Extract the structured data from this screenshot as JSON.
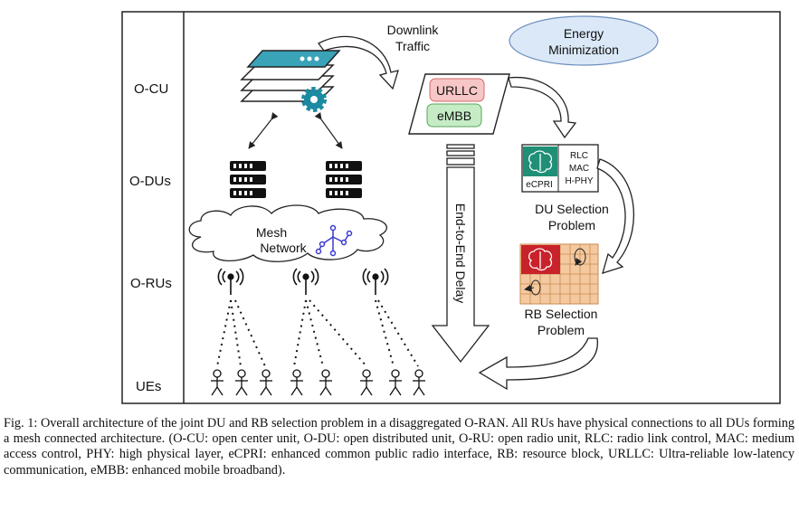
{
  "rows": {
    "ocu": "O-CU",
    "odus": "O-DUs",
    "orus": "O-RUs",
    "ues": "UEs"
  },
  "downlink": {
    "line1": "Downlink",
    "line2": "Traffic"
  },
  "energy": {
    "line1": "Energy",
    "line2": "Minimization"
  },
  "traffic": {
    "urllc": "URLLC",
    "embb": "eMBB"
  },
  "mesh": {
    "line1": "Mesh",
    "line2": "Network"
  },
  "delay_label": "End-to-End Delay",
  "du_box": {
    "cpri": "eCPRI",
    "rlc": "RLC",
    "mac": "MAC",
    "hphy": "H-PHY"
  },
  "du_selection": {
    "line1": "DU Selection",
    "line2": "Problem"
  },
  "rb_selection": {
    "line1": "RB Selection",
    "line2": "Problem"
  },
  "colors": {
    "urllc_fill": "#f7c6c6",
    "embb_fill": "#c6ecc6",
    "energy_fill": "#dbe8f7",
    "server_top": "#3aa3b8",
    "gear": "#1c8aa0",
    "brain_green": "#1f8f76",
    "brain_red": "#c8222a",
    "grid_fill": "#f4c9a0",
    "mesh_icon": "#3a3ad0"
  },
  "caption": "Fig. 1:  Overall architecture of the joint DU and RB selection problem in a disaggregated O-RAN. All RUs have physical connections to all DUs forming a mesh connected architecture. (O-CU: open center unit, O-DU: open distributed unit, O-RU: open radio unit, RLC: radio link control, MAC: medium access control, PHY: high physical layer, eCPRI: enhanced common public radio interface, RB: resource block, URLLC: Ultra-reliable low-latency communication, eMBB: enhanced mobile broadband)."
}
